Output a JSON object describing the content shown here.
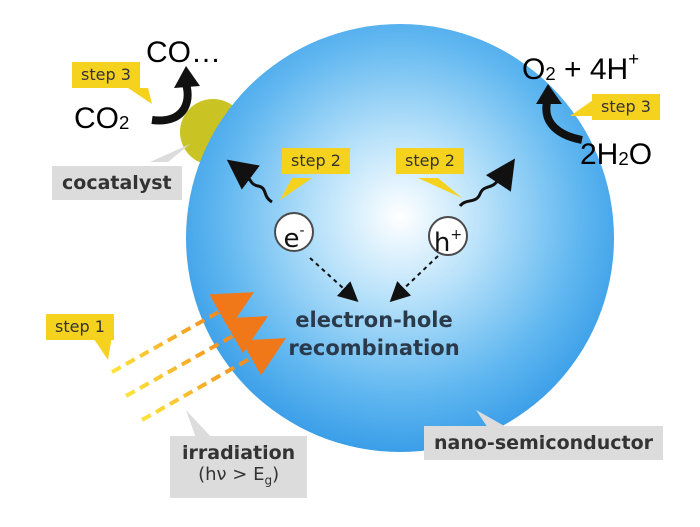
{
  "labels": {
    "step1": "step 1",
    "step2_left": "step 2",
    "step2_right": "step 2",
    "step3_left": "step 3",
    "step3_right": "step 3",
    "cocatalyst": "cocatalyst",
    "irradiation_line1": "irradiation",
    "irradiation_line2_pre": "(hν > E",
    "irradiation_line2_sub": "g",
    "irradiation_line2_post": ")",
    "nano_semiconductor": "nano-semiconductor",
    "recombination_line1": "electron-hole",
    "recombination_line2": "recombination"
  },
  "charges": {
    "electron": {
      "symbol": "e",
      "sign": "-"
    },
    "hole": {
      "symbol": "h",
      "sign": "+"
    }
  },
  "molecules": {
    "co_product": "CO…",
    "co2_main": "CO",
    "co2_sub": "2",
    "o2_main": "O",
    "o2_sub": "2",
    "o2_rest": " + 4H",
    "o2_sup": "+",
    "h2o_pre": "2H",
    "h2o_sub": "2",
    "h2o_post": "O"
  },
  "colors": {
    "sphere_center": "#ffffff",
    "sphere_mid": "#7cc8f2",
    "sphere_edge": "#3a9ee8",
    "cocatalyst": "#c9c424",
    "step_tag": "#f5d21e",
    "gray_box": "#dcdcdc",
    "irradiation_arrow": "#f07818"
  }
}
